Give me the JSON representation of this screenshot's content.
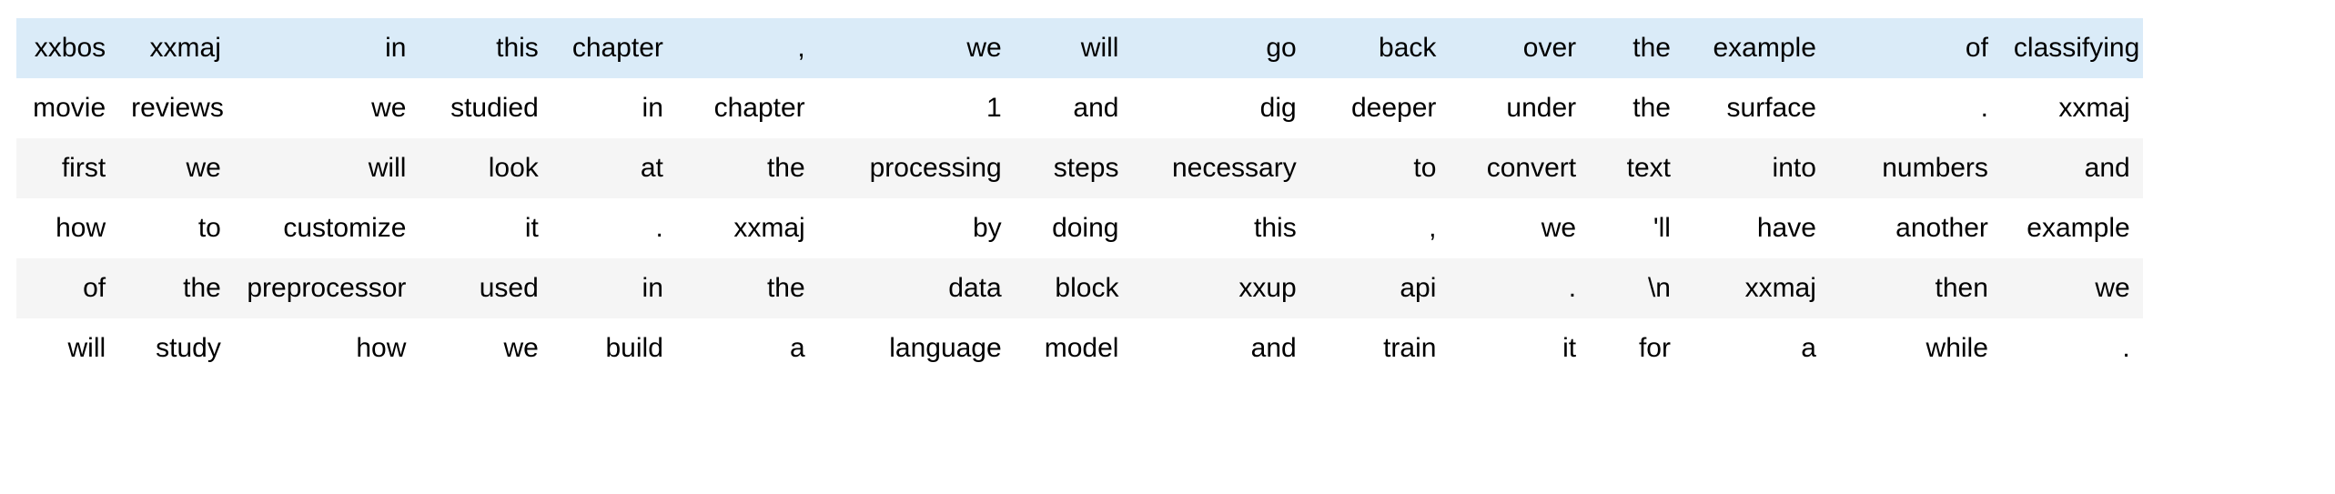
{
  "table": {
    "row_count": 6,
    "column_count": 16,
    "text_align": "right",
    "colors": {
      "highlight_row_background": "#daebf8",
      "odd_row_background": "#ffffff",
      "even_row_background": "#f5f5f5",
      "text": "#000000",
      "page_background": "#ffffff"
    },
    "rows": [
      {
        "style": "highlight",
        "cells": [
          "xxbos",
          "xxmaj",
          "in",
          "this",
          "chapter",
          ",",
          "we",
          "will",
          "go",
          "back",
          "over",
          "the",
          "example",
          "of",
          "classifying"
        ]
      },
      {
        "style": "odd",
        "cells": [
          "movie",
          "reviews",
          "we",
          "studied",
          "in",
          "chapter",
          "1",
          "and",
          "dig",
          "deeper",
          "under",
          "the",
          "surface",
          ".",
          "xxmaj"
        ]
      },
      {
        "style": "even",
        "cells": [
          "first",
          "we",
          "will",
          "look",
          "at",
          "the",
          "processing",
          "steps",
          "necessary",
          "to",
          "convert",
          "text",
          "into",
          "numbers",
          "and"
        ]
      },
      {
        "style": "odd",
        "cells": [
          "how",
          "to",
          "customize",
          "it",
          ".",
          "xxmaj",
          "by",
          "doing",
          "this",
          ",",
          "we",
          "'ll",
          "have",
          "another",
          "example"
        ]
      },
      {
        "style": "even",
        "cells": [
          "of",
          "the",
          "preprocessor",
          "used",
          "in",
          "the",
          "data",
          "block",
          "xxup",
          "api",
          ".",
          "\\n",
          "xxmaj",
          "then",
          "we"
        ]
      },
      {
        "style": "odd",
        "cells": [
          "will",
          "study",
          "how",
          "we",
          "build",
          "a",
          "language",
          "model",
          "and",
          "train",
          "it",
          "for",
          "a",
          "while",
          "."
        ]
      }
    ]
  }
}
